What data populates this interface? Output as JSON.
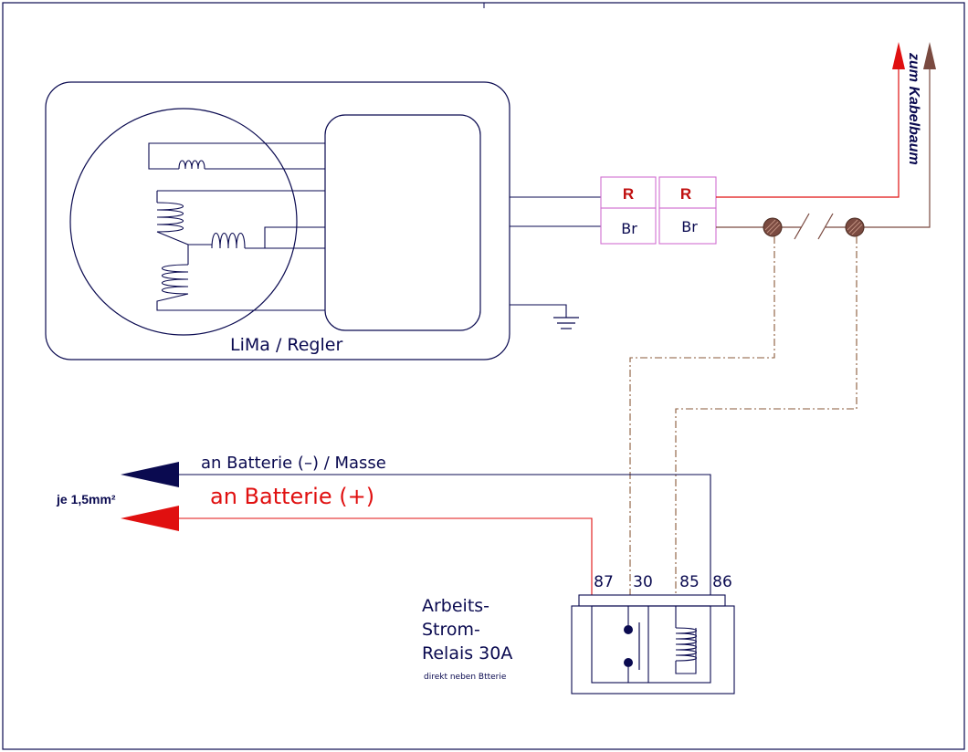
{
  "colors": {
    "line": "#0a0a50",
    "red": "#e01010",
    "brown": "#7a4a40",
    "pink": "#d070d0",
    "dash": "#8a5a3a",
    "navy": "#0a0a50",
    "darkred": "#c01010"
  },
  "lima": {
    "label": "LiMa  /  Regler"
  },
  "connectors": [
    {
      "top": "R",
      "bottom": "Br"
    },
    {
      "top": "R",
      "bottom": "Br"
    }
  ],
  "harness": {
    "label": "zum Kabelbaum"
  },
  "battery": {
    "minus_label": "an Batterie (–) / Masse",
    "plus_label": "an Batterie (+)",
    "wire_size": "je 1,5mm²"
  },
  "relay": {
    "pins": [
      "87",
      "30",
      "85",
      "86"
    ],
    "title_lines": [
      "Arbeits-",
      "Strom-",
      "Relais 30A"
    ],
    "note": "direkt neben Btterie"
  },
  "icons": [
    "ground-icon",
    "coil-icon",
    "arrow-icon",
    "terminal-icon"
  ]
}
